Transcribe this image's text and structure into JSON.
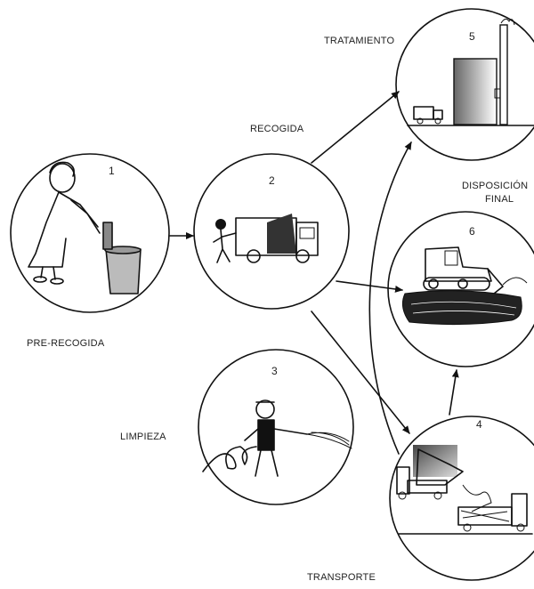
{
  "stages": {
    "prerecogida": {
      "number": "1",
      "label": "PRE-RECOGIDA",
      "icon": "person-with-bin-icon"
    },
    "recogida": {
      "number": "2",
      "label": "RECOGIDA",
      "icon": "garbage-truck-icon"
    },
    "limpieza": {
      "number": "3",
      "label": "LIMPIEZA",
      "icon": "street-cleaner-with-hose-icon"
    },
    "transporte": {
      "number": "4",
      "label": "TRANSPORTE",
      "icon": "transfer-station-icon"
    },
    "tratamiento": {
      "number": "5",
      "label": "TRATAMIENTO",
      "icon": "treatment-plant-icon"
    },
    "disposicion": {
      "number": "6",
      "label_line1": "DISPOSICIÓN",
      "label_line2": "FINAL",
      "icon": "landfill-bulldozer-icon"
    }
  },
  "colors": {
    "ink": "#111111",
    "background": "#ffffff"
  }
}
